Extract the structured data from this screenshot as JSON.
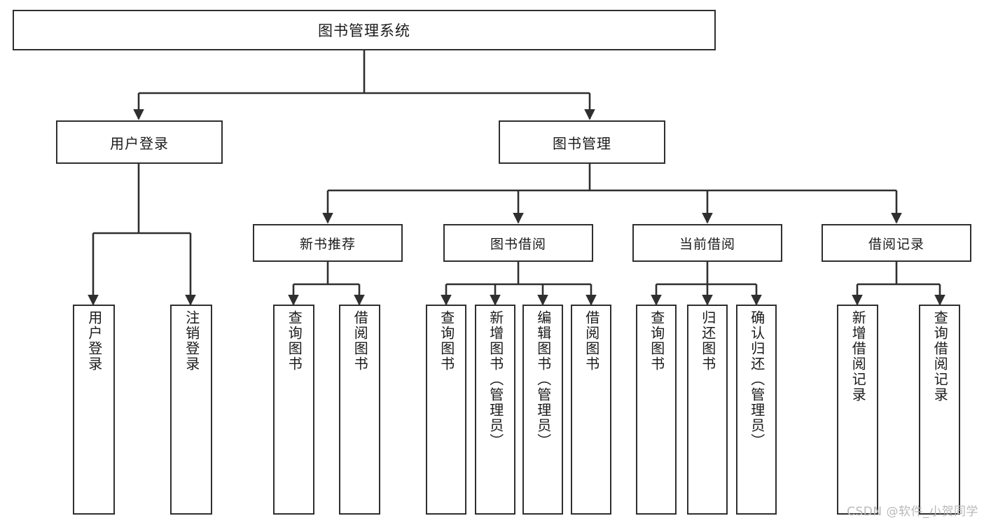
{
  "diagram": {
    "title": "图书管理系统",
    "type": "tree-hierarchy-diagram",
    "line_color": "#2f2f2f",
    "box_fill": "#ffffff",
    "text_color": "#1a1a1a"
  },
  "root": {
    "label": "图书管理系统"
  },
  "level1": [
    {
      "label": "用户登录"
    },
    {
      "label": "图书管理"
    }
  ],
  "level2": [
    {
      "label": "新书推荐"
    },
    {
      "label": "图书借阅"
    },
    {
      "label": "当前借阅"
    },
    {
      "label": "借阅记录"
    }
  ],
  "leaves": {
    "user_login": [
      {
        "label": "用户登录"
      },
      {
        "label": "注销登录"
      }
    ],
    "new_book_recommend": [
      {
        "label": "查询图书"
      },
      {
        "label": "借阅图书"
      }
    ],
    "book_borrow": [
      {
        "label": "查询图书"
      },
      {
        "label": "新增图书（管理员）"
      },
      {
        "label": "编辑图书（管理员）"
      },
      {
        "label": "借阅图书"
      }
    ],
    "current_borrow": [
      {
        "label": "查询图书"
      },
      {
        "label": "归还图书"
      },
      {
        "label": "确认归还（管理员）"
      }
    ],
    "borrow_record": [
      {
        "label": "新增借阅记录"
      },
      {
        "label": "查询借阅记录"
      }
    ]
  },
  "watermark": {
    "text": "CSDN @软件_小贺同学"
  }
}
